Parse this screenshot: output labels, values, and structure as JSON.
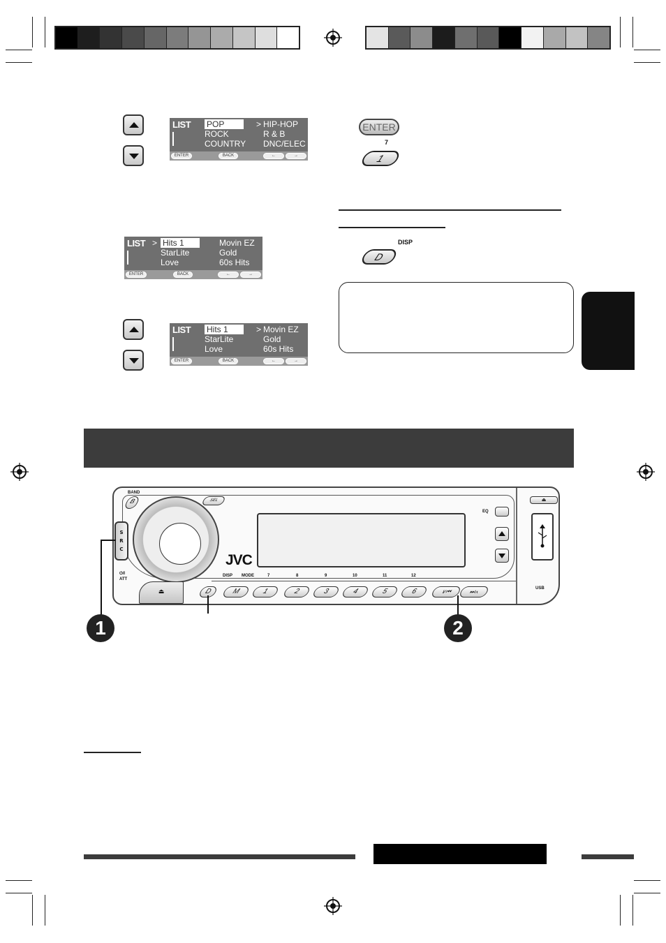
{
  "colors": {
    "left_bar": [
      "#000000",
      "#1e1e1e",
      "#333333",
      "#4a4a4a",
      "#666666",
      "#7c7c7c",
      "#959595",
      "#ababab",
      "#c5c5c5",
      "#dedede",
      "#ffffff"
    ],
    "right_bar": [
      "#e4e4e4",
      "#5a5a5a",
      "#8c8c8c",
      "#1c1c1c",
      "#6f6f6f",
      "#595959",
      "#000000",
      "#f2f2f2",
      "#a9a9a9",
      "#c2c2c2",
      "#858585"
    ],
    "section_band": "#3c3c3c",
    "lcd_background": "#6f6f6f"
  },
  "screens": {
    "genre": {
      "head": "LIST",
      "left": [
        "POP",
        "ROCK",
        "COUNTRY"
      ],
      "right": [
        "HIP-HOP",
        "R & B",
        "DNC/ELEC"
      ],
      "marker": ">",
      "footer": {
        "enter": "ENTER",
        "back": "BACK"
      }
    },
    "station": {
      "head": "LIST",
      "marker": ">",
      "left": [
        "Hits 1",
        "StarLite",
        "Love"
      ],
      "right": [
        "Movin EZ",
        "Gold",
        "60s Hits"
      ],
      "footer": {
        "enter": "ENTER",
        "back": "BACK"
      }
    },
    "station2": {
      "head": "LIST",
      "marker": ">",
      "left": [
        "Hits 1",
        "StarLite",
        "Love"
      ],
      "right": [
        "Movin EZ",
        "Gold",
        "60s Hits"
      ],
      "footer": {
        "enter": "ENTER",
        "back": "BACK"
      }
    }
  },
  "keys": {
    "enter_label": "ENTER",
    "preset_small": "7",
    "preset_label": "1",
    "disp_small": "DISP",
    "disp_label": "D"
  },
  "panel": {
    "band": "BAND",
    "band_key": "B",
    "sel": "SEL",
    "src_letters": [
      "S",
      "R",
      "C"
    ],
    "power": "⏻/I",
    "att": "ATT",
    "eq": "EQ",
    "brand": "JVC",
    "disp": "DISP",
    "mode": "MODE",
    "upper_numbers": [
      "7",
      "8",
      "9",
      "10",
      "11",
      "12"
    ],
    "buttons": [
      "D",
      "M",
      "1",
      "2",
      "3",
      "4",
      "5",
      "6"
    ],
    "skip_left": "∨⏮",
    "skip_right": "⏭∧",
    "usb": "USB"
  },
  "callouts": [
    "1",
    "2"
  ]
}
